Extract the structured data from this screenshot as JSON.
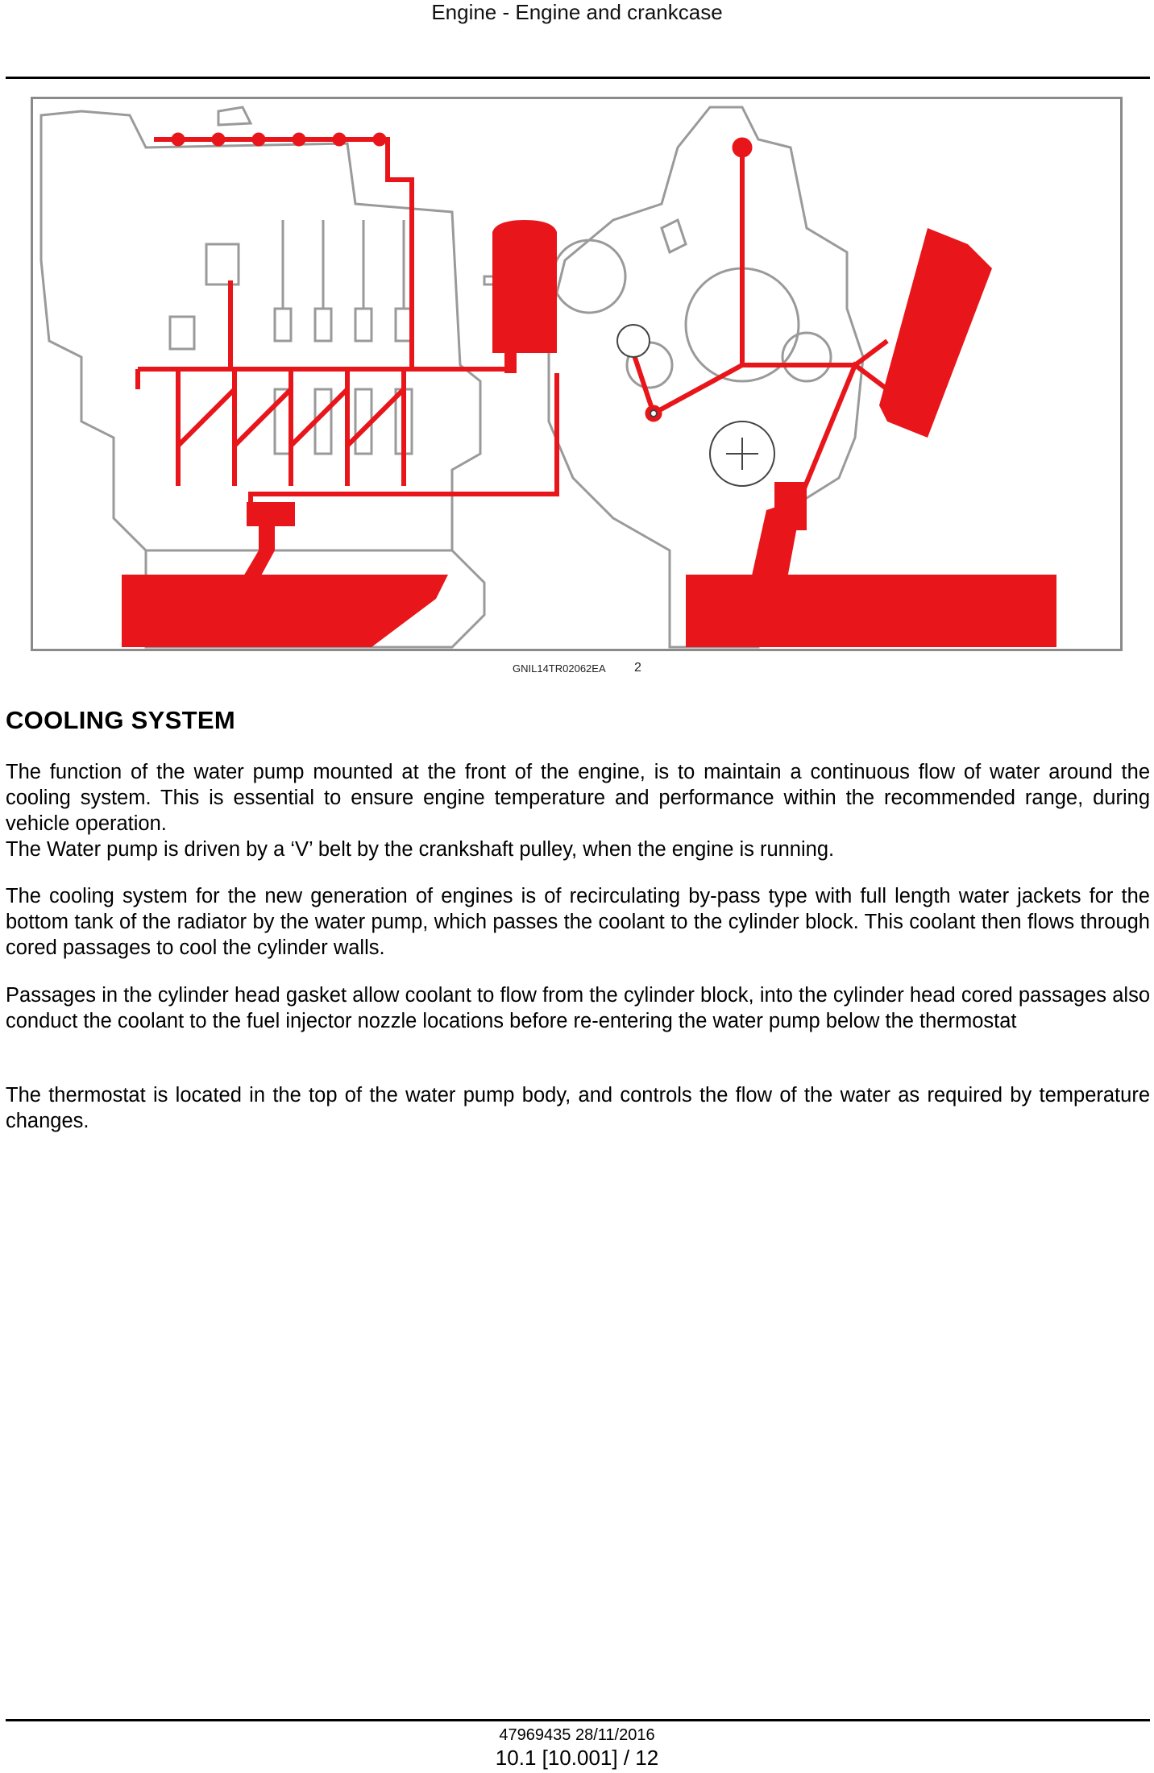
{
  "header": {
    "title": "Engine - Engine and crankcase"
  },
  "figure": {
    "code": "GNIL14TR02062EA",
    "number": "2",
    "colors": {
      "oil": "#e8161b",
      "outline": "#9a9a9a"
    }
  },
  "section": {
    "title": "COOLING SYSTEM"
  },
  "paragraphs": {
    "p1": "The function of the water pump mounted at the front of the engine, is to maintain a continuous flow of water around the cooling system. This is essential to ensure engine temperature and performance within the recommended range, during vehicle operation.",
    "p1b": "The Water pump is driven by a ‘V’ belt by the crankshaft pulley, when the engine is running.",
    "p2": "The cooling system for the new generation of engines is of recirculating by-pass type with full length water jackets for the bottom tank of the radiator by the water pump, which passes the coolant to the cylinder block. This coolant then flows through cored passages to cool the cylinder walls.",
    "p3": "Passages in the cylinder head gasket allow coolant to flow from the cylinder block, into the cylinder head cored passages also conduct the coolant to the fuel injector nozzle locations before re-entering the water pump below the thermostat",
    "p4": "The thermostat is located in the top of the water pump body, and controls the flow of the water as required by temperature changes."
  },
  "footer": {
    "code": "47969435 28/11/2016",
    "page": "10.1 [10.001] / 12"
  }
}
